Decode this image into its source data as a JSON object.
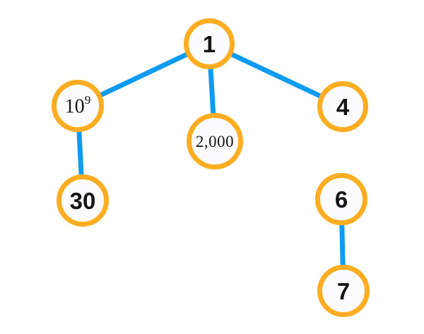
{
  "diagram": {
    "type": "tree-graph",
    "colors": {
      "background": "#ffffff",
      "ring": "#FCAD21",
      "fill": "#FCFCFE",
      "edge": "#0F9BF2",
      "text": "#141414"
    },
    "nodes": [
      {
        "id": "n1",
        "label": "1"
      },
      {
        "id": "n10e9",
        "label_base": "10",
        "label_exp": "9"
      },
      {
        "id": "n2000",
        "label": "2,000"
      },
      {
        "id": "n4",
        "label": "4"
      },
      {
        "id": "n30",
        "label": "30"
      },
      {
        "id": "n6",
        "label": "6"
      },
      {
        "id": "n7",
        "label": "7"
      }
    ],
    "edges": [
      {
        "from": "1",
        "to": "10^9"
      },
      {
        "from": "1",
        "to": "2,000"
      },
      {
        "from": "1",
        "to": "4"
      },
      {
        "from": "10^9",
        "to": "30"
      },
      {
        "from": "6",
        "to": "7"
      }
    ]
  }
}
